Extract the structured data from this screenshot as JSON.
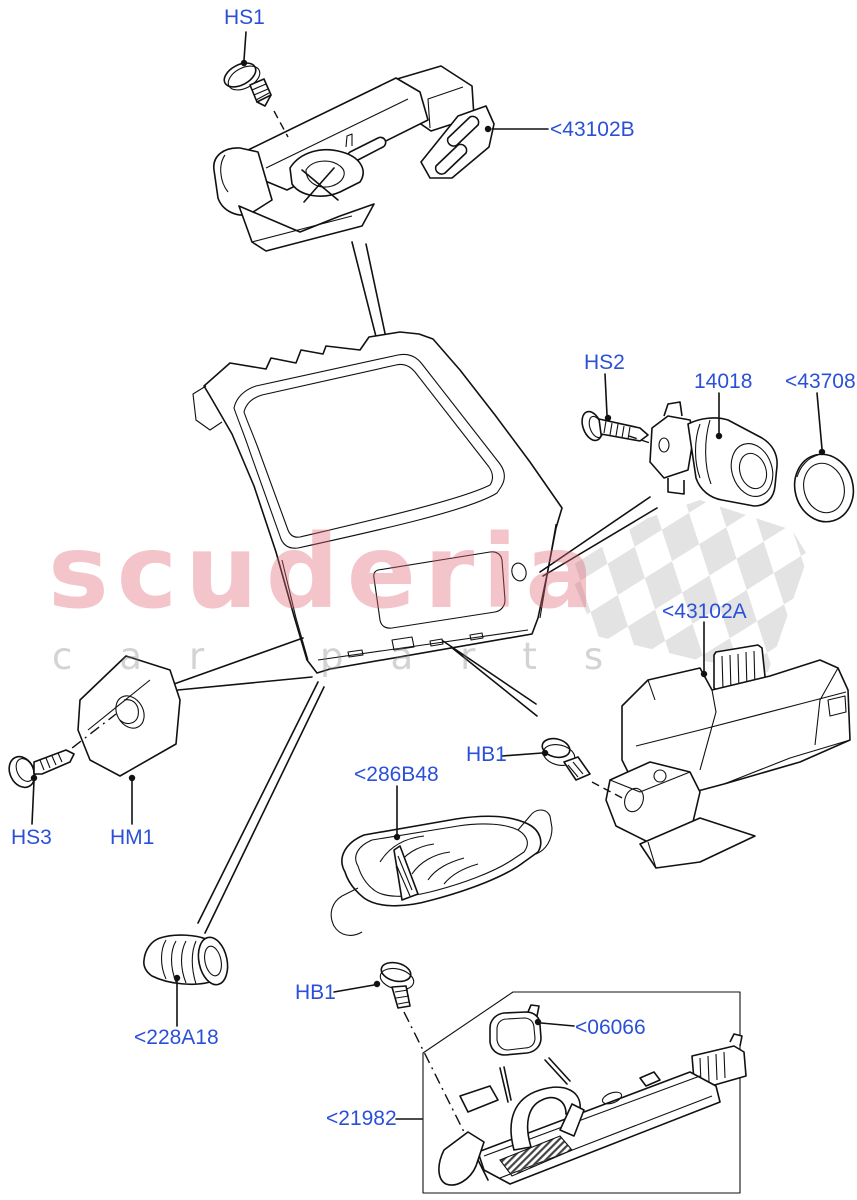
{
  "watermark": {
    "brand": "scuderia",
    "subtext": "car  parts",
    "brand_color": "#f5cdd1",
    "subtext_color": "#dedede",
    "flag_color": "#e3e3e3"
  },
  "diagram": {
    "type": "exploded-parts-diagram",
    "subject": "tailgate lock and latch assembly",
    "label_color": "#2b50d8",
    "line_color": "#111111"
  },
  "labels": [
    {
      "id": "hs1",
      "text": "HS1"
    },
    {
      "id": "43102b",
      "text": "<43102B"
    },
    {
      "id": "hs2",
      "text": "HS2"
    },
    {
      "id": "14018",
      "text": "14018"
    },
    {
      "id": "43708",
      "text": "<43708"
    },
    {
      "id": "43102a",
      "text": "<43102A"
    },
    {
      "id": "hs3",
      "text": "HS3"
    },
    {
      "id": "hm1",
      "text": "HM1"
    },
    {
      "id": "286b48",
      "text": "<286B48"
    },
    {
      "id": "hb1-upper",
      "text": "HB1"
    },
    {
      "id": "228a18",
      "text": "<228A18"
    },
    {
      "id": "hb1-lower",
      "text": "HB1"
    },
    {
      "id": "06066",
      "text": "<06066"
    },
    {
      "id": "21982",
      "text": "<21982"
    }
  ]
}
